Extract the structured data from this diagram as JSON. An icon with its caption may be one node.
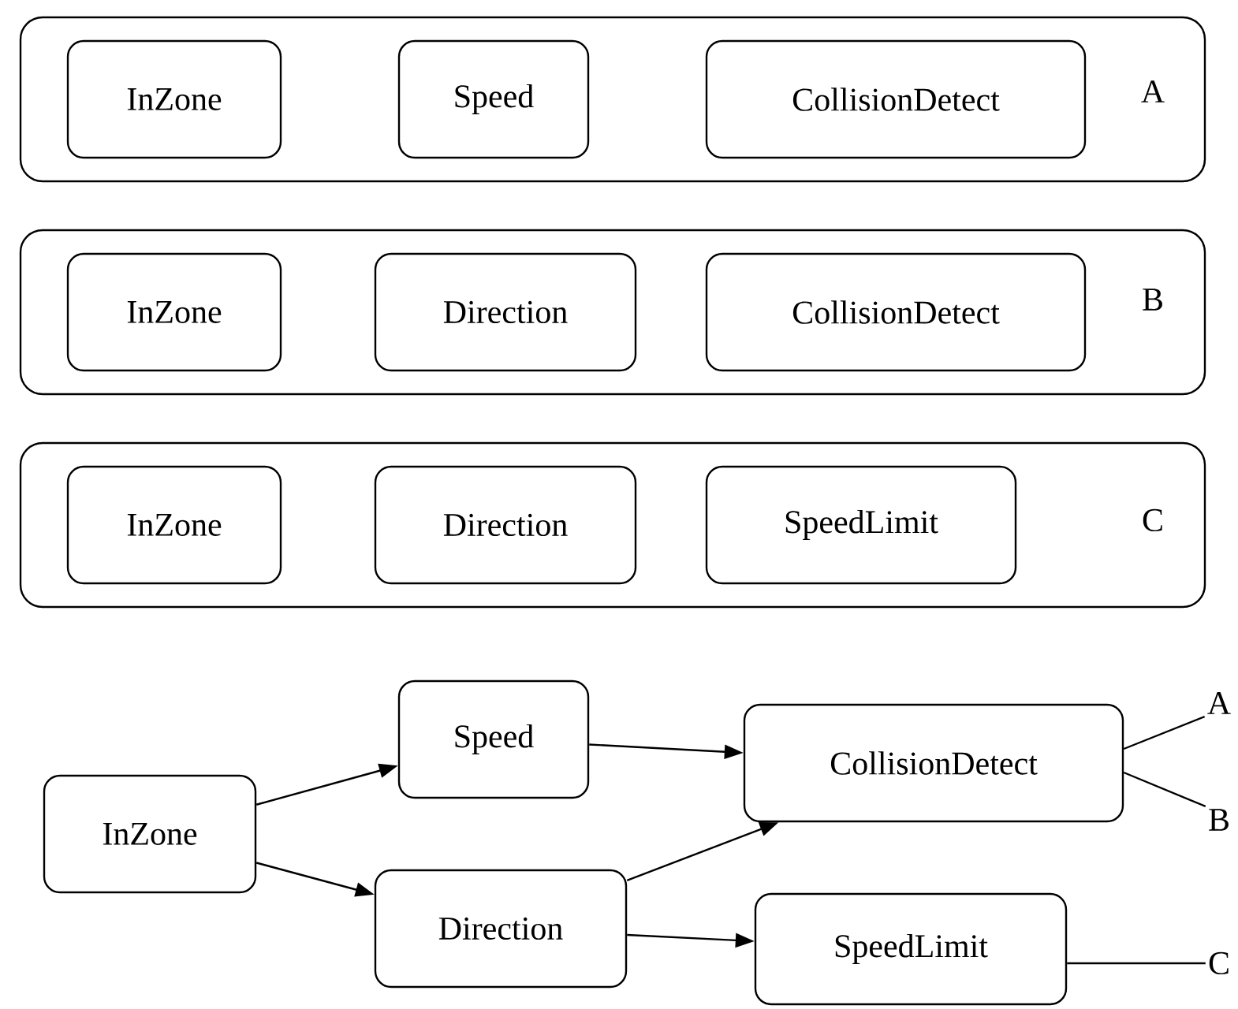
{
  "diagram": {
    "nodes": [
      {
        "text": [
          "A"
        ]
      },
      {
        "text": [
          "InZone"
        ],
        "in": 0
      },
      {
        "text": [
          "Speed"
        ],
        "in": 0
      },
      {
        "text": [
          "CollisionDetect"
        ],
        "in": 0
      },
      {
        "text": [
          "B"
        ]
      },
      {
        "text": [
          "InZone"
        ],
        "in": 4
      },
      {
        "text": [
          "Direction"
        ],
        "in": 4
      },
      {
        "text": [
          "CollisionDetect"
        ],
        "in": 4
      },
      {
        "text": [
          "C"
        ]
      },
      {
        "text": [
          "InZone"
        ],
        "in": 8
      },
      {
        "text": [
          "Direction"
        ],
        "in": 8
      },
      {
        "text": [
          "SpeedLimit"
        ],
        "in": 8
      },
      {
        "text": [
          "InZone"
        ]
      },
      {
        "text": [
          "Speed"
        ]
      },
      {
        "text": [
          "Direction"
        ]
      },
      {
        "text": [
          "CollisionDetect"
        ]
      },
      {
        "text": [
          "SpeedLimit"
        ]
      },
      {
        "text": [
          "A"
        ]
      },
      {
        "text": [
          "B"
        ]
      },
      {
        "text": [
          "C"
        ]
      }
    ],
    "edges": [
      {
        "from": 12,
        "to": 13,
        "arrow": "to"
      },
      {
        "from": 12,
        "to": 14,
        "arrow": "to"
      },
      {
        "from": 13,
        "to": 15,
        "arrow": "to"
      },
      {
        "from": 14,
        "to": 15,
        "arrow": "to"
      },
      {
        "from": 14,
        "to": 16,
        "arrow": "to"
      },
      {
        "from": 15,
        "to": 17,
        "arrow": "none"
      },
      {
        "from": 15,
        "to": 18,
        "arrow": "none"
      },
      {
        "from": 16,
        "to": 19,
        "arrow": "none"
      }
    ]
  }
}
